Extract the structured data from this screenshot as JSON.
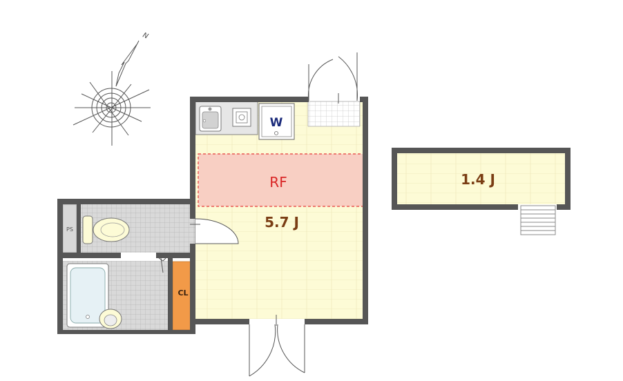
{
  "compass": {
    "north_label": "N"
  },
  "rooms": {
    "main_room_label": "5.7 J",
    "loft_label": "RF",
    "storage_room_label": "1.4 J",
    "closet_label": "CL",
    "pipe_space_label": "PS",
    "washer_label": "W"
  },
  "colors": {
    "wall": "#565656",
    "floor": "#fdfbd6",
    "loft_fill": "#f8cfc3",
    "loft_border": "#e63a3a",
    "loft_text": "#d92525",
    "room_text": "#7a3d14",
    "closet": "#f29a48",
    "wet_area": "#dcdcdc",
    "tile_line": "#b9b9b9",
    "washer_text": "#1a2a7a"
  }
}
